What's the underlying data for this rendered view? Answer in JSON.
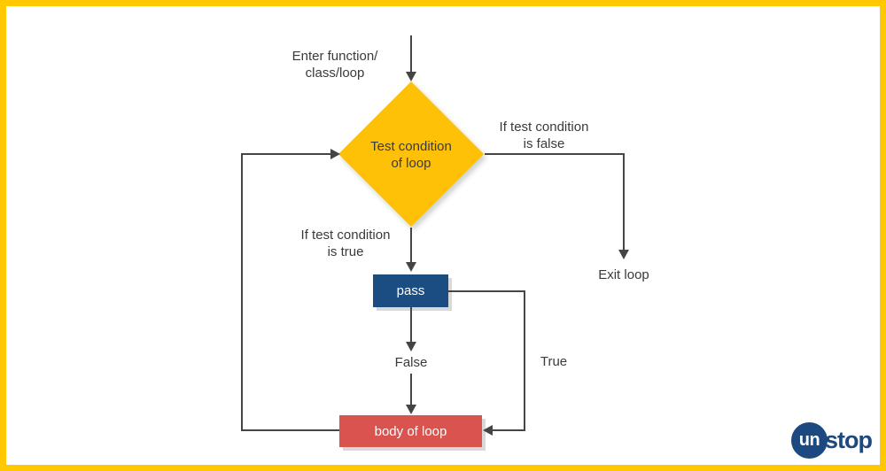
{
  "canvas": {
    "background": "#ffffff",
    "border_color": "#FFC800",
    "connector_color": "#454545",
    "text_color": "#3a3a3a"
  },
  "flowchart": {
    "entry_label": "Enter function/\nclass/loop",
    "decision": {
      "label": "Test condition\nof loop",
      "color": "#FFC107"
    },
    "false_branch_label": "If test condition\nis false",
    "true_branch_label": "If test condition\nis true",
    "exit_label": "Exit loop",
    "pass_node": {
      "label": "pass",
      "color": "#1B4C82"
    },
    "false_edge_label": "False",
    "true_edge_label": "True",
    "body_node": {
      "label": "body of loop",
      "color": "#D9534F"
    }
  },
  "branding": {
    "logo_circle_text": "un",
    "logo_rest_text": "stop",
    "color": "#1C4980"
  }
}
